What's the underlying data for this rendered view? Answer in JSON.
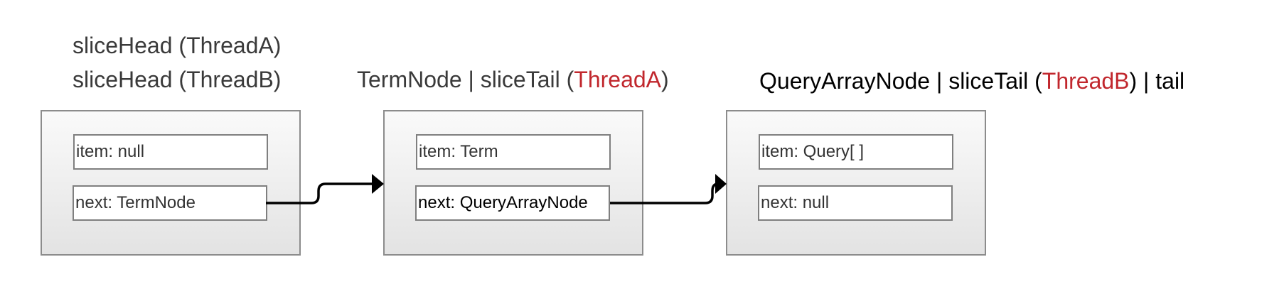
{
  "labels": {
    "head_a": {
      "name": "sliceHead",
      "open": " (",
      "thread": "ThreadA",
      "close": ")"
    },
    "head_b": {
      "name": "sliceHead",
      "open": " (",
      "thread": "ThreadB",
      "close": ")"
    },
    "node2": {
      "text": "TermNode | sliceTail (",
      "thread": "ThreadA",
      "close": ")"
    },
    "node3": {
      "text": "QueryArrayNode | sliceTail (",
      "thread": "ThreadB",
      "close": ") | tail"
    }
  },
  "nodes": [
    {
      "item": "item:  null",
      "next": "next:  TermNode"
    },
    {
      "item": "item:  Term",
      "next": "next:  QueryArrayNode"
    },
    {
      "item": "item:  Query[ ]",
      "next": "next:  null"
    }
  ],
  "colors": {
    "thread_highlight": "#c1272d",
    "node_border": "#8c8c8c",
    "arrow": "#000000"
  }
}
